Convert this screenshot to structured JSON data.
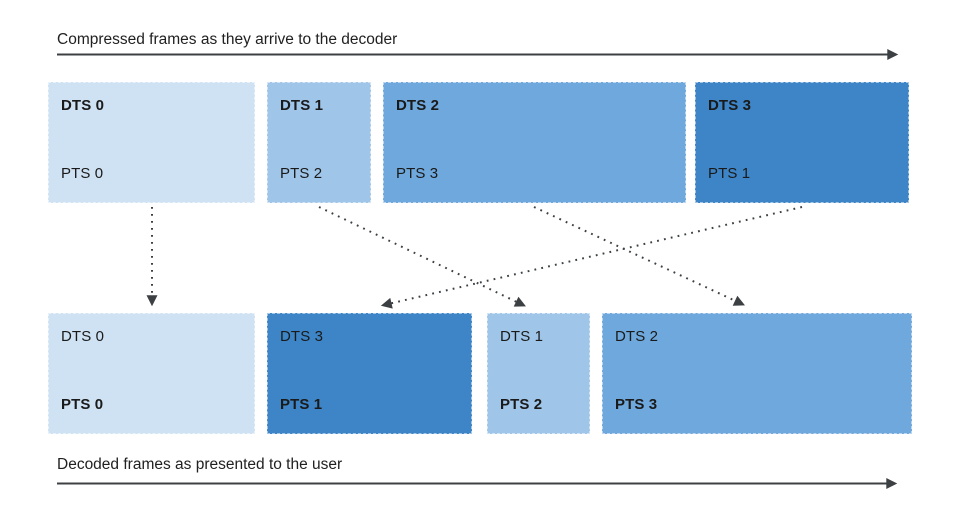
{
  "top_timeline_label": "Compressed frames as they arrive to the decoder",
  "bottom_timeline_label": "Decoded frames as presented to the user",
  "top_frames": [
    {
      "dts": "DTS 0",
      "pts": "PTS 0",
      "color": "#cfe2f3"
    },
    {
      "dts": "DTS 1",
      "pts": "PTS 2",
      "color": "#9fc5e8"
    },
    {
      "dts": "DTS 2",
      "pts": "PTS 3",
      "color": "#6fa8dc"
    },
    {
      "dts": "DTS 3",
      "pts": "PTS 1",
      "color": "#3d85c6"
    }
  ],
  "bottom_frames": [
    {
      "dts": "DTS 0",
      "pts": "PTS 0",
      "color": "#cfe2f3"
    },
    {
      "dts": "DTS 3",
      "pts": "PTS 1",
      "color": "#3d85c6"
    },
    {
      "dts": "DTS 1",
      "pts": "PTS 2",
      "color": "#9fc5e8"
    },
    {
      "dts": "DTS 2",
      "pts": "PTS 3",
      "color": "#6fa8dc"
    }
  ],
  "connections": [
    {
      "from_top_frame": 0,
      "to_bottom_frame": 0
    },
    {
      "from_top_frame": 1,
      "to_bottom_frame": 2
    },
    {
      "from_top_frame": 2,
      "to_bottom_frame": 3
    },
    {
      "from_top_frame": 3,
      "to_bottom_frame": 1
    }
  ],
  "arrow_color": "#3c4043",
  "text_color": "#212121"
}
